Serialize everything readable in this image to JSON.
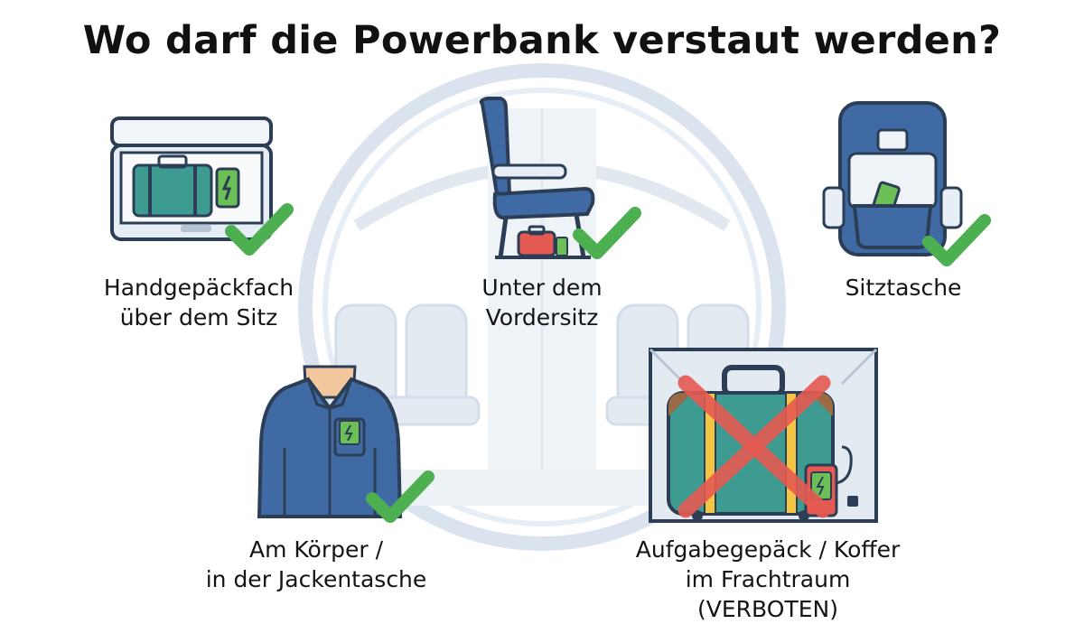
{
  "title": "Wo darf die Powerbank verstaut werden?",
  "colors": {
    "check": "#4caf50",
    "cross": "#e55a52",
    "blue": "#3f6aa3",
    "teal": "#3d9b91",
    "background_cabin": "#dde6f0"
  },
  "items": [
    {
      "id": "overhead-bin",
      "line1": "Handgepäckfach",
      "line2": "über dem Sitz",
      "allowed": true,
      "status_icon": "check-icon"
    },
    {
      "id": "under-seat",
      "line1": "Unter dem",
      "line2": "Vordersitz",
      "allowed": true,
      "status_icon": "check-icon"
    },
    {
      "id": "seat-pocket",
      "line1": "Sitztasche",
      "line2": "",
      "allowed": true,
      "status_icon": "check-icon"
    },
    {
      "id": "on-body",
      "line1": "Am Körper /",
      "line2": "in der Jackentasche",
      "allowed": true,
      "status_icon": "check-icon"
    },
    {
      "id": "checked-baggage",
      "line1": "Aufgabegepäck / Koffer",
      "line2": "im Frachtraum (VERBOTEN)",
      "allowed": false,
      "status_icon": "cross-icon"
    }
  ]
}
